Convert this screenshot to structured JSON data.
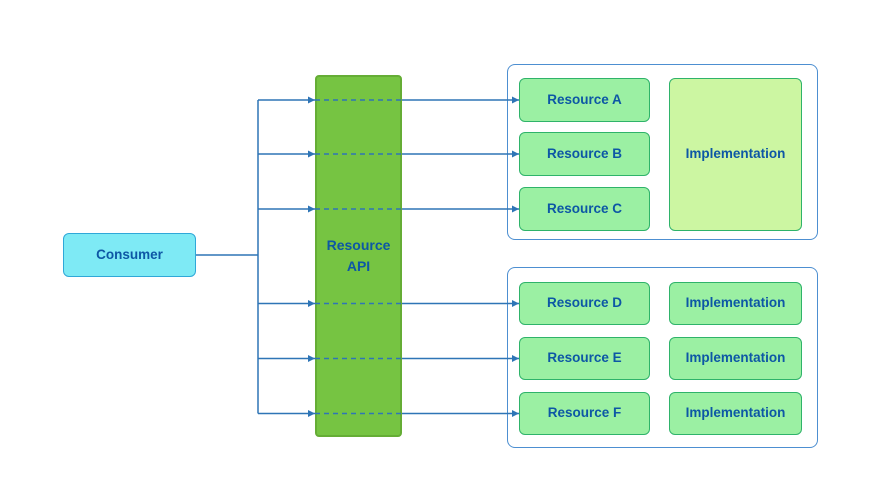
{
  "colors": {
    "page_bg": "#ffffff",
    "text_blue": "#0d57a5",
    "line_blue": "#2e75b6",
    "frame_stroke": "#4d8fd1",
    "consumer_fill": "#7eeaf5",
    "consumer_stroke": "#2fa8d8",
    "api_fill": "#76c442",
    "api_stroke": "#65ad35",
    "resource_fill": "#9bf0a3",
    "resource_stroke": "#2fb36a",
    "impl_fill": "#ccf6a2"
  },
  "diagram": {
    "consumer": {
      "label": "Consumer"
    },
    "api": {
      "label": "Resource API"
    },
    "groups": [
      {
        "resources": [
          "Resource A",
          "Resource B",
          "Resource C"
        ],
        "implementation": "Implementation"
      },
      {
        "resources": [
          "Resource D",
          "Resource E",
          "Resource F"
        ],
        "implementations": [
          "Implementation",
          "Implementation",
          "Implementation"
        ]
      }
    ]
  }
}
